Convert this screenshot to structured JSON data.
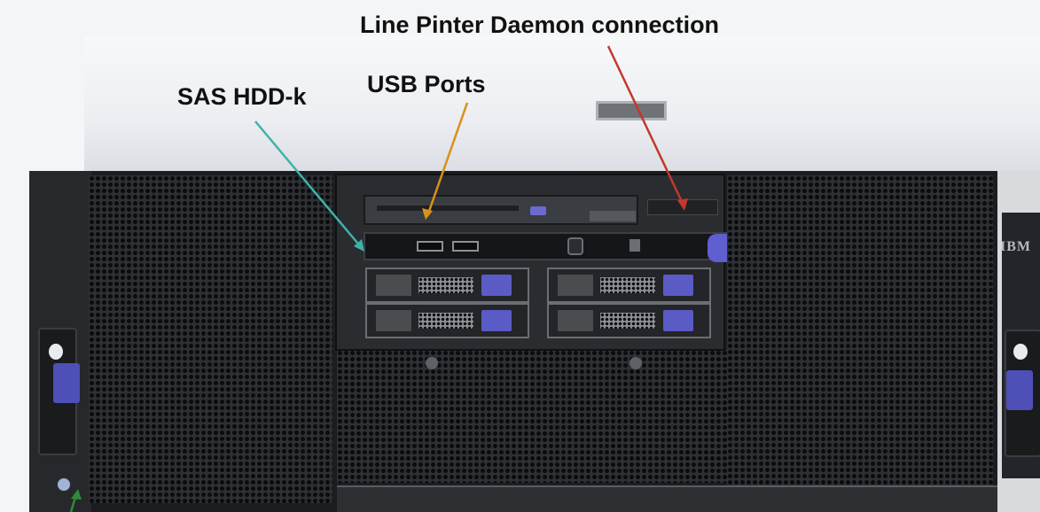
{
  "callouts": {
    "line_printer": "Line Pinter Daemon connection",
    "usb_ports": "USB Ports",
    "sas_hdd": "SAS HDD-k"
  },
  "brand": "IBM",
  "colors": {
    "lpd_arrow": "#c0392b",
    "usb_arrow": "#d9911a",
    "sas_arrow": "#3db3a8",
    "led_arrow": "#2e8b3a",
    "tab_blue": "#5b5bc6"
  }
}
